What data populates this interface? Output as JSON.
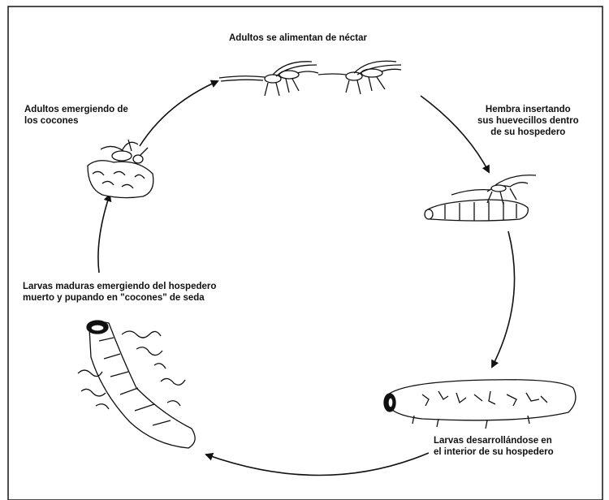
{
  "stages": {
    "adults_feeding": [
      "Adultos se alimentan de néctar"
    ],
    "female_inserting": [
      "Hembra insertando",
      "sus huevecillos dentro",
      "de su hospedero"
    ],
    "larvae_developing": [
      "Larvas desarrollándose en",
      "el interior de su hospedero"
    ],
    "larvae_emerging": [
      "Larvas maduras emergiendo del hospedero",
      "muerto y pupando en \"cocones\" de seda"
    ],
    "adults_emerging": [
      "Adultos emergiendo de",
      "los cocones"
    ]
  }
}
